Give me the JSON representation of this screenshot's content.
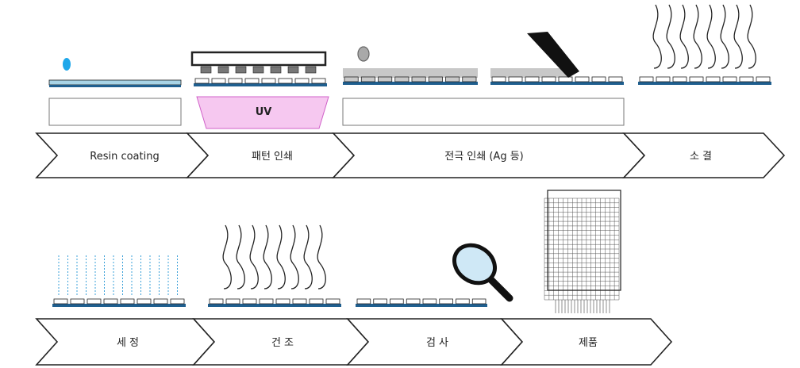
{
  "steps_row1": [
    {
      "label": "Resin coating"
    },
    {
      "label": "패턴 인쇄"
    },
    {
      "label": "전극 인쇄 (Ag 등)"
    },
    {
      "label": "소 결"
    }
  ],
  "steps_row2": [
    {
      "label": "세 정"
    },
    {
      "label": "건 조"
    },
    {
      "label": "검 사"
    },
    {
      "label": "제품"
    }
  ],
  "uv_label": "UV",
  "colors": {
    "outline": "#222222",
    "substrate_top": "#a8d4e6",
    "substrate_base": "#1f5f8f",
    "electrode": "#c8c8c8",
    "drop": "#1ea7ea",
    "uv_fill": "#f6c8f0",
    "uv_stroke": "#d060c8",
    "rinse": "#3aa0d8",
    "lens": "#cfe8f6"
  }
}
